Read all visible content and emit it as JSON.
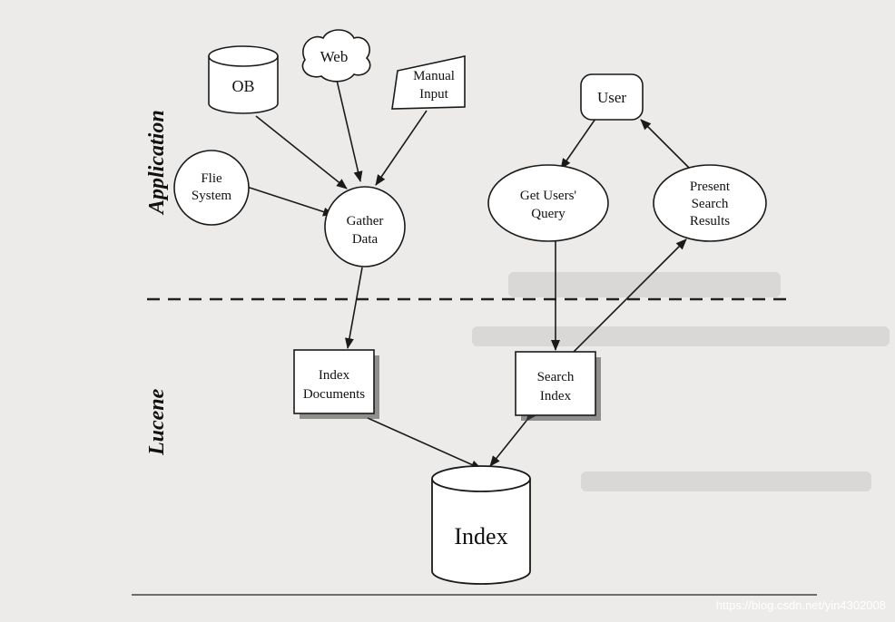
{
  "sections": {
    "application": "Application",
    "lucene": "Lucene"
  },
  "nodes": {
    "ob": "OB",
    "web": "Web",
    "manual": [
      "Manual",
      "Input"
    ],
    "user": "User",
    "file_system": [
      "Flie",
      "System"
    ],
    "gather": [
      "Gather",
      "Data"
    ],
    "get_query": [
      "Get Users'",
      "Query"
    ],
    "present": [
      "Present",
      "Search",
      "Results"
    ],
    "index_docs": [
      "Index",
      "Documents"
    ],
    "search_index": [
      "Search",
      "Index"
    ],
    "index": "Index"
  },
  "watermark": "https://blog.csdn.net/yin4302008"
}
